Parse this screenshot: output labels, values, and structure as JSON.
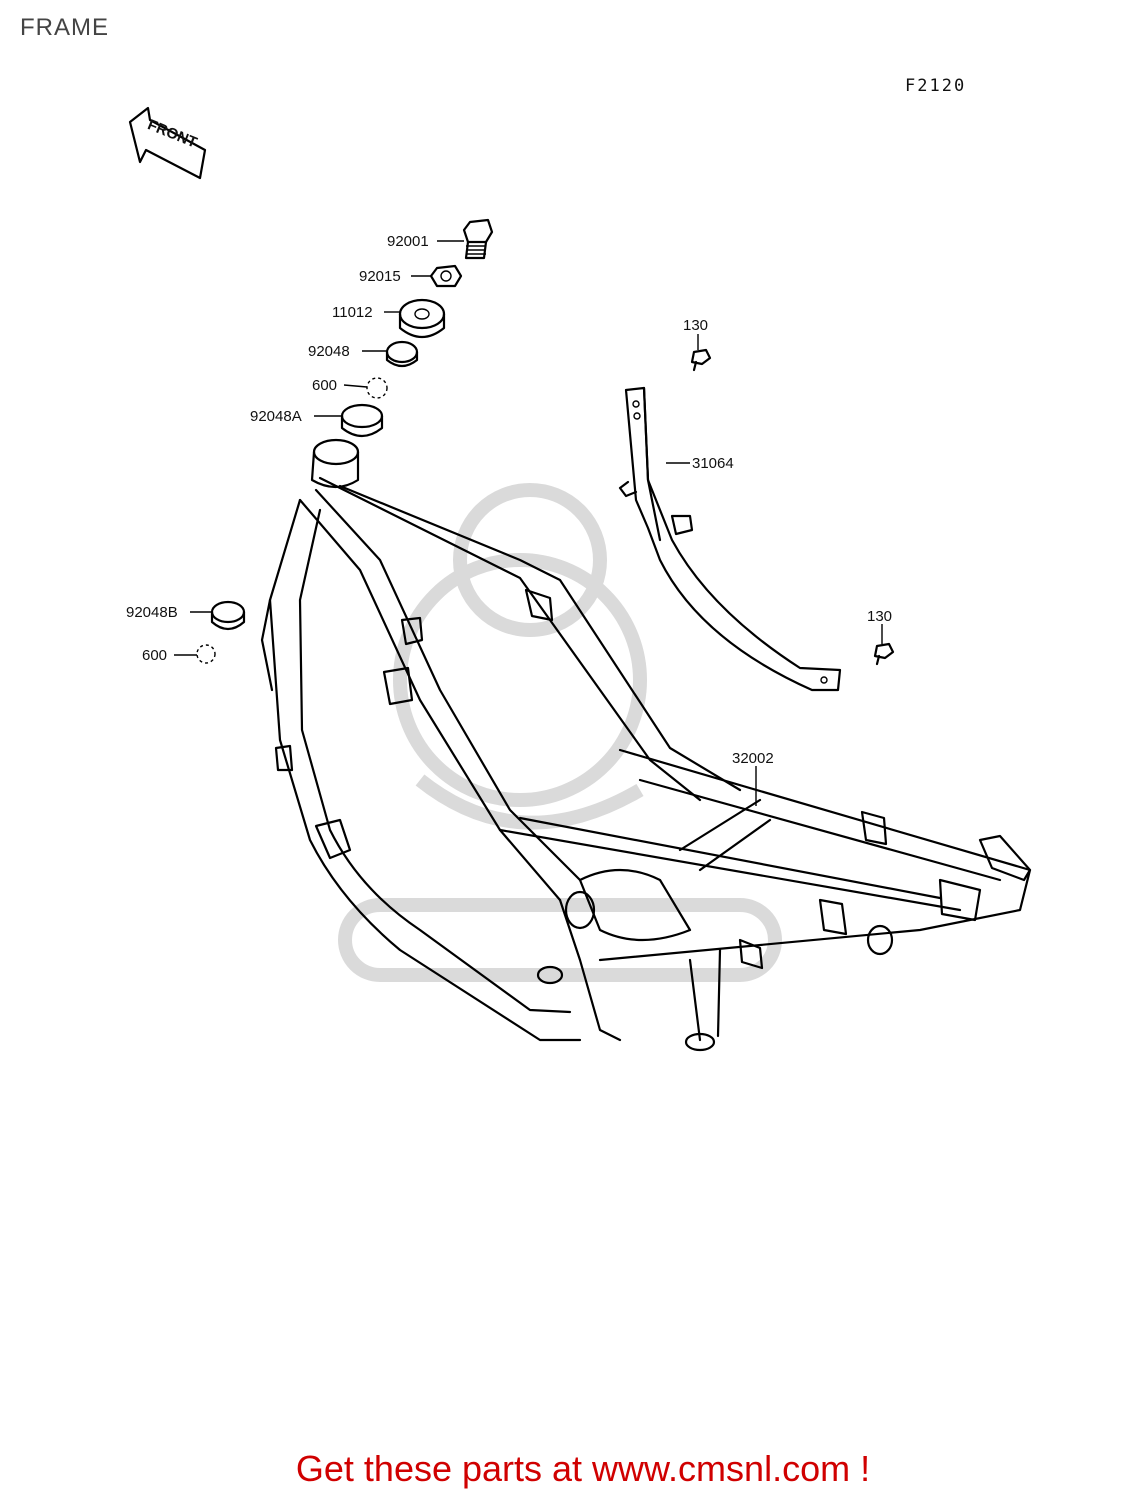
{
  "header": {
    "title": "FRAME",
    "diagram_code": "F2120"
  },
  "front_arrow_label": "FRONT",
  "parts": [
    {
      "id": "p1",
      "label": "92001"
    },
    {
      "id": "p2",
      "label": "92015"
    },
    {
      "id": "p3",
      "label": "11012"
    },
    {
      "id": "p4",
      "label": "92048"
    },
    {
      "id": "p5",
      "label": "600"
    },
    {
      "id": "p6",
      "label": "92048A"
    },
    {
      "id": "p7",
      "label": "130"
    },
    {
      "id": "p8",
      "label": "31064"
    },
    {
      "id": "p9",
      "label": "92048B"
    },
    {
      "id": "p10",
      "label": "600"
    },
    {
      "id": "p11",
      "label": "130"
    },
    {
      "id": "p12",
      "label": "32002"
    }
  ],
  "footer": {
    "text": "Get these parts at www.cmsnl.com !"
  }
}
